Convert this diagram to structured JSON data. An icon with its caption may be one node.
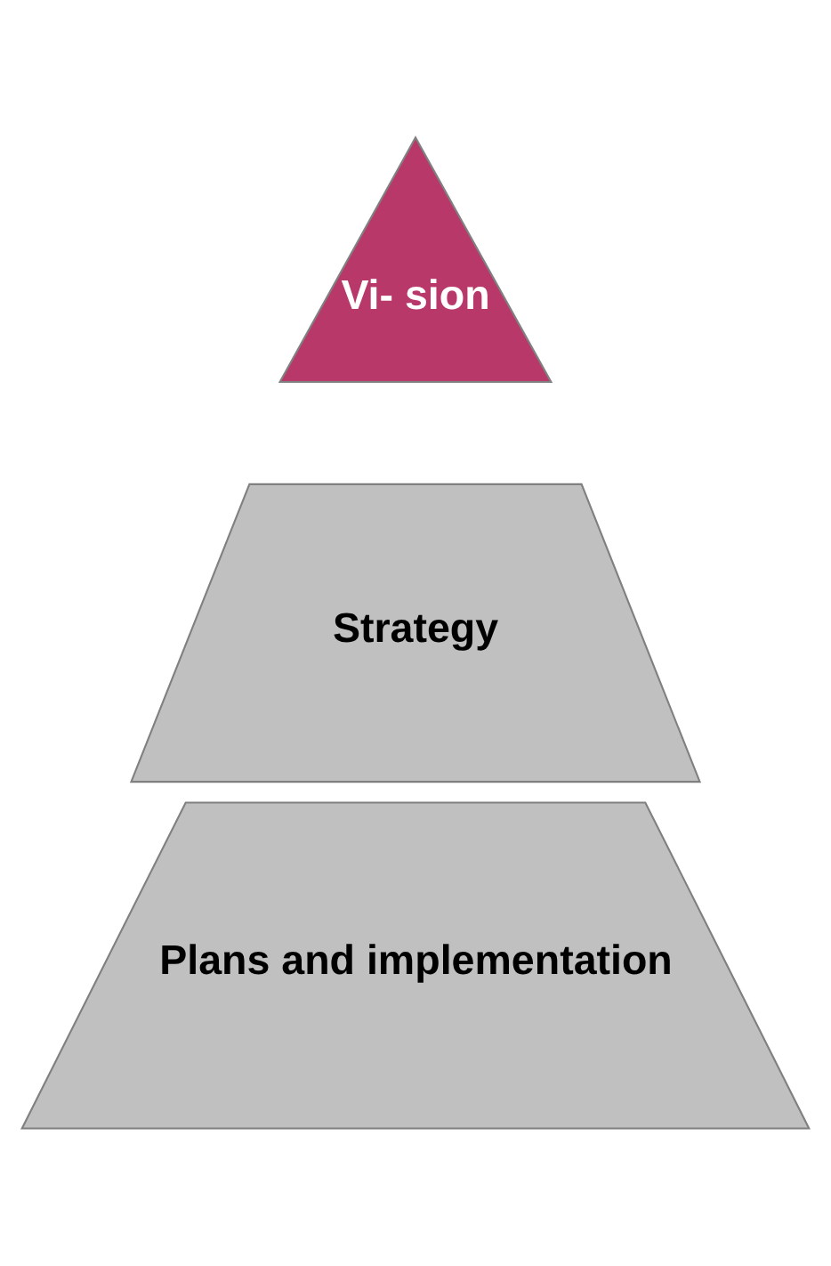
{
  "diagram": {
    "nodes": [
      {
        "text": [
          "Vi- sion"
        ]
      },
      {
        "text": [
          "Strategy"
        ]
      },
      {
        "text": [
          "Plans and implementation"
        ]
      }
    ],
    "edges": []
  }
}
